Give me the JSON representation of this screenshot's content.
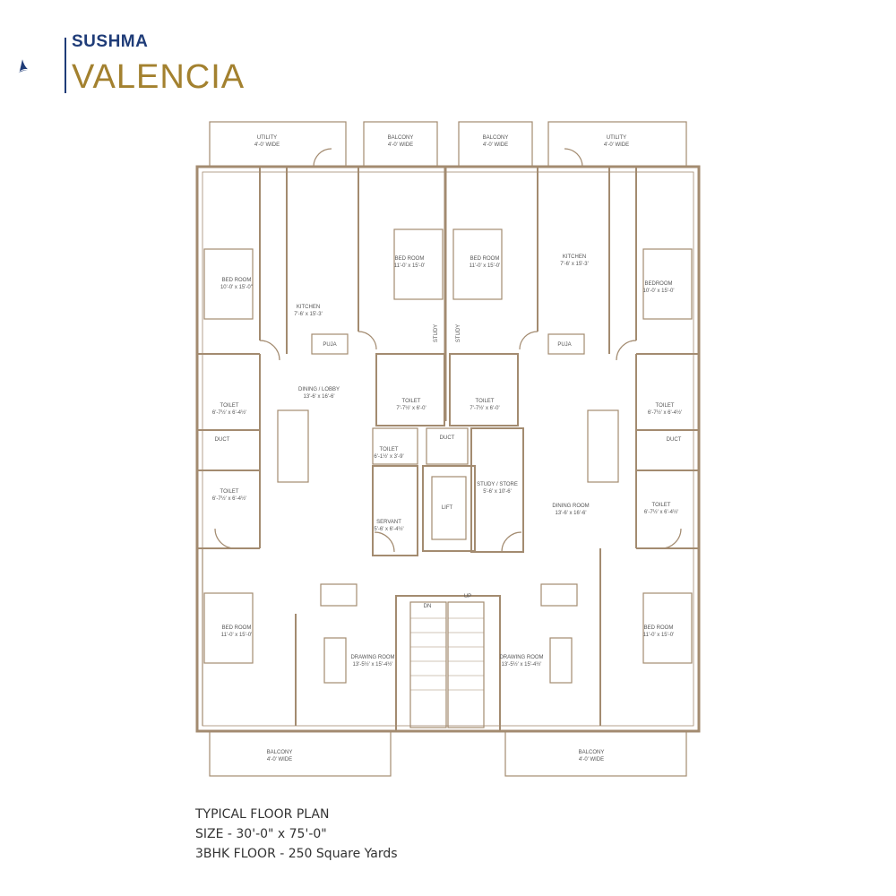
{
  "brand": {
    "name_top": "SUSHMA",
    "name_bottom": "VALENCIA",
    "colors": {
      "primary": "#1f3c78",
      "gold": "#a3812f",
      "wall": "#a38b70"
    },
    "logo_icon": "sail-logo-icon"
  },
  "rooms": {
    "utility_left": [
      "UTILITY",
      "4'-0' WIDE"
    ],
    "balcony_top_left": [
      "BALCONY",
      "4'-0' WIDE"
    ],
    "balcony_top_right": [
      "BALCONY",
      "4'-0' WIDE"
    ],
    "utility_right": [
      "UTILITY",
      "4'-0' WIDE"
    ],
    "bedroom_tl": [
      "BED ROOM",
      "10'-0' x 15'-0''"
    ],
    "kitchen_l": [
      "KITCHEN",
      "7'-6' x 15'-3'"
    ],
    "bedroom_tc_l": [
      "BED ROOM",
      "11'-0' x 15'-0'"
    ],
    "bedroom_tc_r": [
      "BED ROOM",
      "11'-0' x 15'-0'"
    ],
    "kitchen_r": [
      "KITCHEN",
      "7'-6' x 15'-3'"
    ],
    "bedroom_tr": [
      "BEDROOM",
      "10'-0' x 15'-0'"
    ],
    "puja_l": [
      "PUJA"
    ],
    "puja_r": [
      "PUJA"
    ],
    "study_l": [
      "STUDY"
    ],
    "study_r": [
      "STUDY"
    ],
    "dining_lobby": [
      "DINING / LOBBY",
      "13'-6' x 16'-6'"
    ],
    "toilet_l1": [
      "TOILET",
      "6'-7½' x 6'-4½'"
    ],
    "toilet_c1": [
      "TOILET",
      "7'-7½' x 6'-0'"
    ],
    "toilet_c2": [
      "TOILET",
      "7'-7½' x 6'-0'"
    ],
    "toilet_r1": [
      "TOILET",
      "6'-7½' x 6'-4½'"
    ],
    "duct_l": [
      "DUCT"
    ],
    "duct_c": [
      "DUCT"
    ],
    "duct_r": [
      "DUCT"
    ],
    "toilet_small": [
      "TOILET",
      "6'-1½' x 3'-9'"
    ],
    "toilet_l2": [
      "TOILET",
      "6'-7½' x 6'-4½'"
    ],
    "servant": [
      "SERVANT",
      "5'-6' x 6'-4½'"
    ],
    "lift": [
      "LIFT"
    ],
    "study_store": [
      "STUDY / STORE",
      "5'-6' x 10'-6'"
    ],
    "dining_room": [
      "DINING ROOM",
      "13'-6' x 16'-6'"
    ],
    "toilet_r2": [
      "TOILET",
      "6'-7½' x 6'-4½'"
    ],
    "bedroom_bl": [
      "BED ROOM",
      "11'-0' x 15'-0'"
    ],
    "drawing_l": [
      "DRAWING ROOM",
      "13'-5½' x 15'-4½'"
    ],
    "dn": [
      "DN"
    ],
    "up": [
      "UP"
    ],
    "drawing_r": [
      "DRAWING ROOM",
      "13'-5½' x 15'-4½'"
    ],
    "bedroom_br": [
      "BED ROOM",
      "11'-0' x 15'-0'"
    ],
    "balcony_bl": [
      "BALCONY",
      "4'-0' WIDE"
    ],
    "balcony_br": [
      "BALCONY",
      "4'-0' WIDE"
    ]
  },
  "caption": {
    "line1": "TYPICAL FLOOR  PLAN",
    "line2": "SIZE - 30'-0\" x 75'-0\"",
    "line3": "3BHK FLOOR - 250 Square Yards"
  }
}
